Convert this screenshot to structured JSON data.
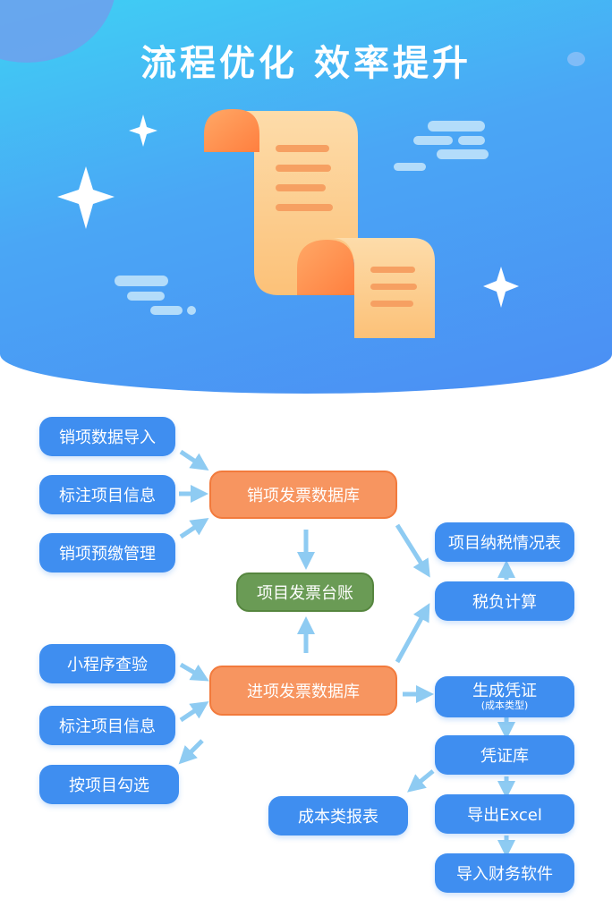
{
  "hero": {
    "title": "流程优化 效率提升"
  },
  "colors": {
    "node_blue": "#3f8ef0",
    "node_orange": "#f79560",
    "node_green": "#6a9b55",
    "arrow": "#8ecbf2"
  },
  "icons": [
    "sparkle-icon",
    "cloud-icon",
    "scroll-document-icon"
  ],
  "flow": {
    "sales_inputs": [
      "销项数据导入",
      "标注项目信息",
      "销项预缴管理"
    ],
    "sales_db": "销项发票数据库",
    "ledger": "项目发票台账",
    "purchase_db": "进项发票数据库",
    "purchase_inputs": [
      "小程序查验",
      "标注项目信息",
      "按项目勾选"
    ],
    "tax_report": "项目纳税情况表",
    "tax_calc": "税负计算",
    "voucher_gen": {
      "title": "生成凭证",
      "subtitle": "(成本类型)"
    },
    "voucher_lib": "凭证库",
    "cost_report": "成本类报表",
    "export_excel": "导出Excel",
    "import_finance": "导入财务软件"
  }
}
